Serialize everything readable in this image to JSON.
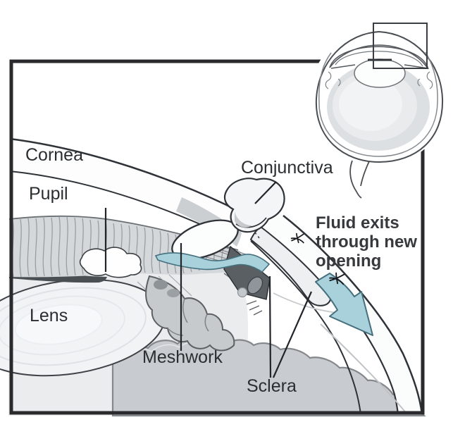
{
  "diagram": {
    "labels": {
      "cornea": "Cornea",
      "pupil": "Pupil",
      "lens": "Lens",
      "meshwork": "Meshwork",
      "conjunctiva": "Conjunctiva",
      "sclera": "Sclera"
    },
    "annotation": "Fluid exits through new opening",
    "colors": {
      "fluid_arrow_fill": "#a9d1db",
      "fluid_arrow_stroke": "#46707e",
      "frame_border": "#2a2a2d",
      "line_art": "#2f3338",
      "label_text": "#2b2e31"
    }
  }
}
